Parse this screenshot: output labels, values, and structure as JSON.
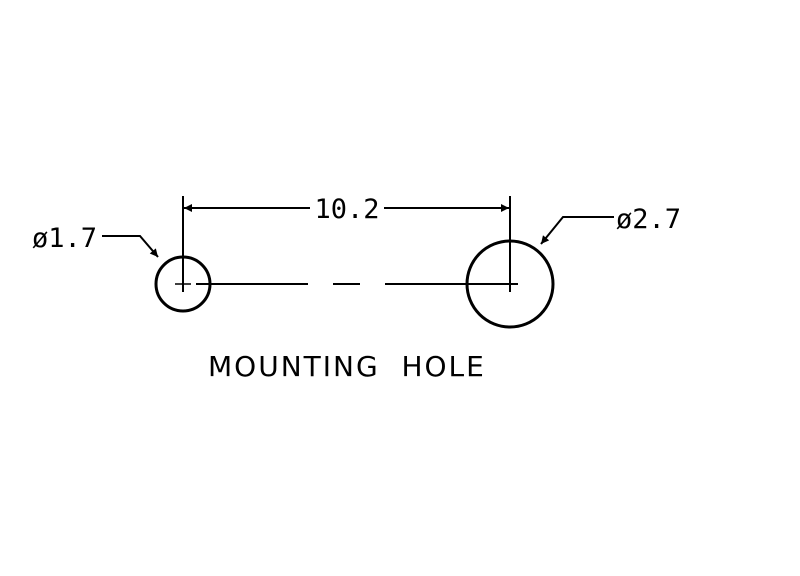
{
  "drawing": {
    "small_hole_label": "ø1.7",
    "large_hole_label": "ø2.7",
    "spacing_label": "10.2",
    "caption": "MOUNTING  HOLE"
  },
  "colors": {
    "ink": "#000000",
    "paper": "#ffffff"
  }
}
